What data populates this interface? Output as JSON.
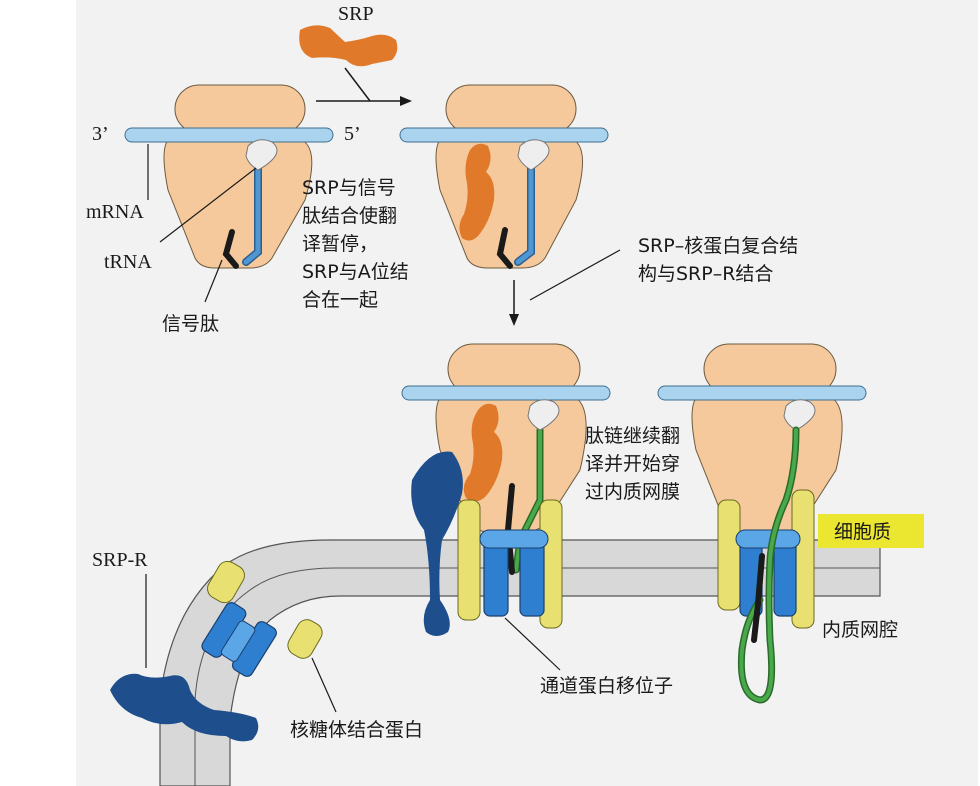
{
  "labels": {
    "srp": "SRP",
    "three_prime": "3’",
    "five_prime": "5’",
    "mrna": "mRNA",
    "trna": "tRNA",
    "signal_peptide": "信号肽",
    "srp_binding_note": [
      "SRP与信号",
      "肽结合使翻",
      "译暂停，",
      "SRP与A位结",
      "合在一起"
    ],
    "complex_note": [
      "SRP–核蛋白复合结",
      "构与SRP–R结合"
    ],
    "continue_note": [
      "肽链继续翻",
      "译并开始穿",
      "过内质网膜"
    ],
    "cytoplasm": "细胞质",
    "er_lumen": "内质网腔",
    "srp_r": "SRP-R",
    "translocon": "通道蛋白移位子",
    "ribosome_receptor": "核糖体结合蛋白"
  },
  "colors": {
    "background": "#f2f2f2",
    "ribosome": "#f6c99c",
    "mrna": "#a9d3ee",
    "trna": "#4f97d3",
    "srp": "#e07a2a",
    "signal_peptide": "#1a1a1a",
    "srp_receptor": "#1f4e8c",
    "translocon": "#2f7fd0",
    "membrane": "#d8d8d8",
    "nascent_chain": "#49a84a",
    "receptor_yellow": "#e8e070",
    "cytoplasm_tag": "#ebe62f"
  }
}
